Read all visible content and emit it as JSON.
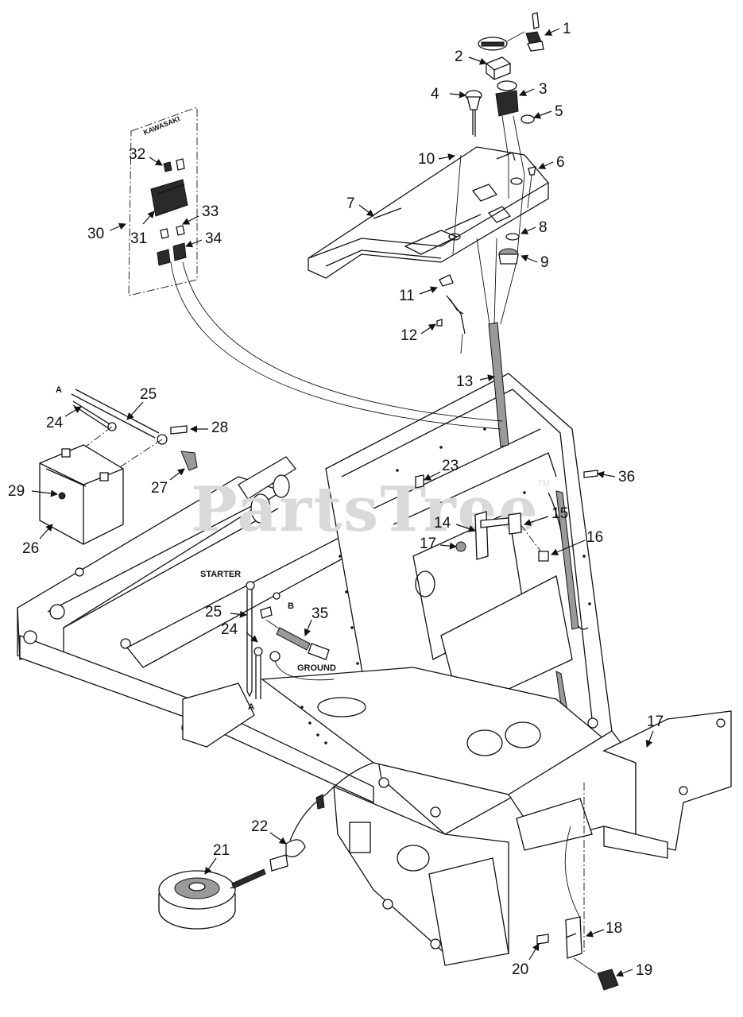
{
  "watermark": {
    "text": "PartsTree",
    "tm": "TM"
  },
  "group_labels": {
    "kawasaki": "KAWASAKI",
    "starter": "STARTER",
    "ground": "GROUND",
    "a_top": "A",
    "a_bottom": "A",
    "b": "B"
  },
  "callouts": [
    {
      "id": "1",
      "label": "1"
    },
    {
      "id": "2",
      "label": "2"
    },
    {
      "id": "3",
      "label": "3"
    },
    {
      "id": "4",
      "label": "4"
    },
    {
      "id": "5",
      "label": "5"
    },
    {
      "id": "6",
      "label": "6"
    },
    {
      "id": "7",
      "label": "7"
    },
    {
      "id": "8",
      "label": "8"
    },
    {
      "id": "9",
      "label": "9"
    },
    {
      "id": "10",
      "label": "10"
    },
    {
      "id": "11",
      "label": "11"
    },
    {
      "id": "12",
      "label": "12"
    },
    {
      "id": "13",
      "label": "13"
    },
    {
      "id": "14",
      "label": "14"
    },
    {
      "id": "15",
      "label": "15"
    },
    {
      "id": "16",
      "label": "16"
    },
    {
      "id": "17a",
      "label": "17"
    },
    {
      "id": "17b",
      "label": "17"
    },
    {
      "id": "18",
      "label": "18"
    },
    {
      "id": "19",
      "label": "19"
    },
    {
      "id": "20",
      "label": "20"
    },
    {
      "id": "21",
      "label": "21"
    },
    {
      "id": "22",
      "label": "22"
    },
    {
      "id": "23",
      "label": "23"
    },
    {
      "id": "24a",
      "label": "24"
    },
    {
      "id": "24b",
      "label": "24"
    },
    {
      "id": "25a",
      "label": "25"
    },
    {
      "id": "25b",
      "label": "25"
    },
    {
      "id": "26",
      "label": "26"
    },
    {
      "id": "27",
      "label": "27"
    },
    {
      "id": "28",
      "label": "28"
    },
    {
      "id": "29",
      "label": "29"
    },
    {
      "id": "30",
      "label": "30"
    },
    {
      "id": "31",
      "label": "31"
    },
    {
      "id": "32",
      "label": "32"
    },
    {
      "id": "33",
      "label": "33"
    },
    {
      "id": "34",
      "label": "34"
    },
    {
      "id": "35",
      "label": "35"
    },
    {
      "id": "36",
      "label": "36"
    }
  ]
}
